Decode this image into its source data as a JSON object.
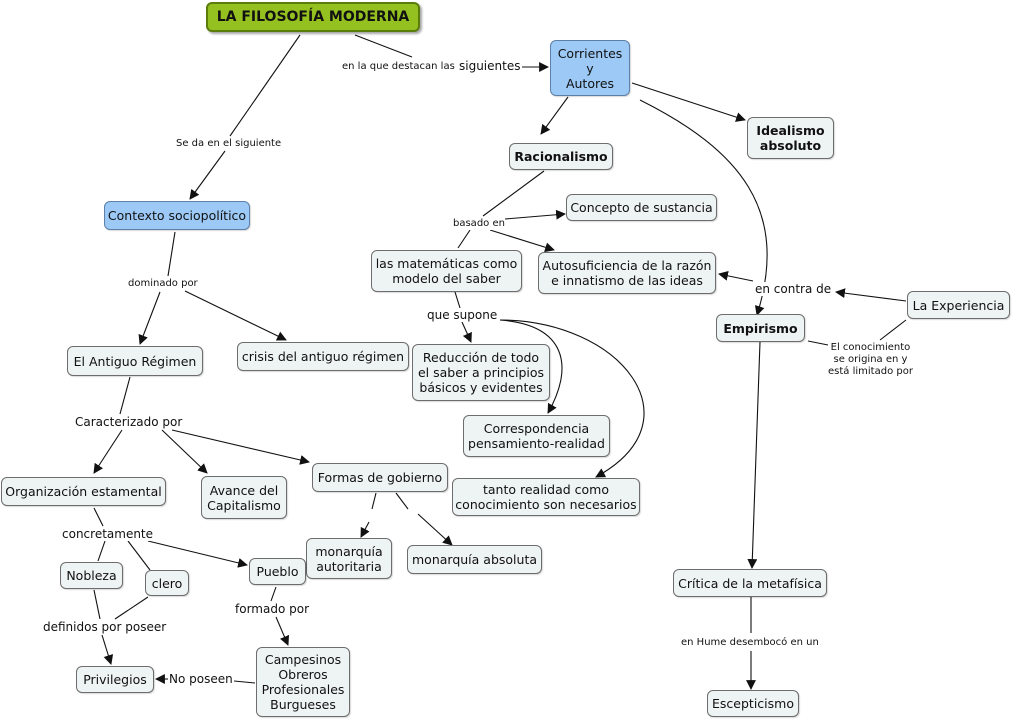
{
  "nodes": {
    "root": "LA FILOSOFÍA MODERNA",
    "corrientes": "Corrientes\ny\nAutores",
    "idealismo": "Idealismo\nabsoluto",
    "racionalismo": "Racionalismo",
    "concepto": "Concepto de sustancia",
    "matematicas": "las matemáticas como\nmodelo del saber",
    "autosuficiencia": "Autosuficiencia de la razón\ne innatismo de las ideas",
    "experiencia": "La Experiencia",
    "empirismo": "Empirismo",
    "contexto": "Contexto sociopolítico",
    "antiguo": "El Antiguo Régimen",
    "crisis": "crisis del antiguo régimen",
    "reduccion": "Reducción de todo\nel saber a principios\nbásicos y evidentes",
    "correspondencia": "Correspondencia\npensamiento-realidad",
    "tanto": "tanto realidad como\nconocimiento son necesarios",
    "organizacion": "Organización estamental",
    "avance": "Avance del\nCapitalismo",
    "formas": "Formas de gobierno",
    "monarquia_aut": "monarquía\nautoritaria",
    "monarquia_abs": "monarquía absoluta",
    "nobleza": "Nobleza",
    "clero": "clero",
    "pueblo": "Pueblo",
    "privilegios": "Privilegios",
    "campesinos": "Campesinos\nObreros\nProfesionales\nBurgueses",
    "critica": "Crítica de la metafísica",
    "escepticismo": "Escepticismo"
  },
  "labels": {
    "destacan_a": "en la que destacan las",
    "destacan_b": "siguientes",
    "se_da": "Se da en el siguiente",
    "dominado": "dominado por",
    "basado": "basado en",
    "en_contra": "en contra de",
    "supone": "que supone",
    "conocimiento": "El conocimiento\nse origina en y\nestá limitado por",
    "caracterizado": "Caracterizado por",
    "concretamente": "concretamente",
    "definidos": "definidos por poseer",
    "formado": "formado por",
    "no_poseen": "No poseen",
    "hume": "en Hume desembocó en un"
  },
  "colors": {
    "root_fill": "#94c11f",
    "blue_fill": "#9cc9f6",
    "node_fill": "#eef3f4",
    "line": "#111111"
  }
}
